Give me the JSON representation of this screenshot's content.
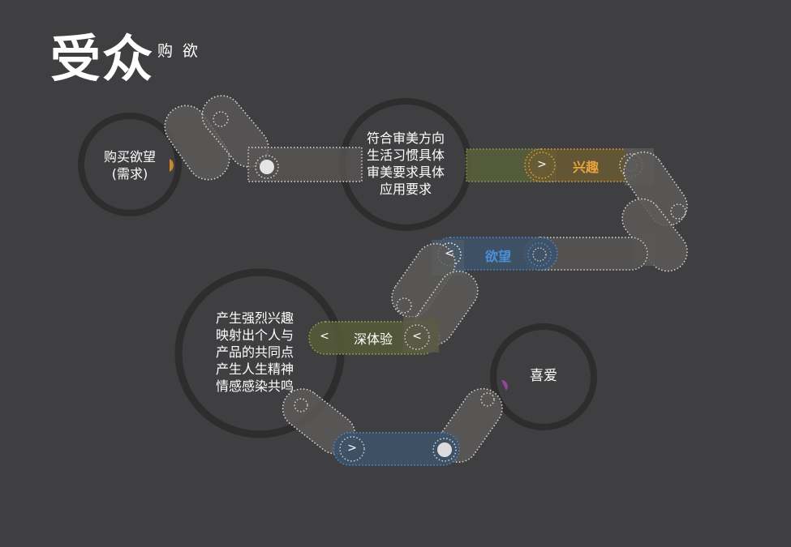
{
  "header": {
    "title": "受众",
    "subtitle": "购 欲"
  },
  "nodes": {
    "need": {
      "lines": [
        "购买欲望",
        "(需求)"
      ]
    },
    "aesthetic": {
      "lines": [
        "符合审美方向",
        "生活习惯具体",
        "审美要求具体",
        "应用要求"
      ]
    },
    "experience": {
      "lines": [
        "产生强烈兴趣",
        "映射出个人与",
        "产品的共同点",
        "产生人生精神",
        "情感感染共鸣"
      ]
    },
    "love": {
      "lines": [
        "喜爱"
      ]
    }
  },
  "stages": {
    "interest": {
      "label": "兴趣",
      "arrow": ">",
      "color": "#e8a33a"
    },
    "desire": {
      "label": "欲望",
      "arrow": "<",
      "color": "#4a90d9"
    },
    "deep": {
      "label": "深体验",
      "arrows": [
        "<",
        "<"
      ],
      "color": "#9fb04a"
    },
    "final": {
      "arrow": ">",
      "color": "#4a90d9"
    }
  },
  "colors": {
    "background": "#3f3f41",
    "circle_stroke": "#2e2c2d",
    "track": "#5a5856",
    "accent_orange": "#c98a2e",
    "accent_purple": "#9b3fa0"
  }
}
